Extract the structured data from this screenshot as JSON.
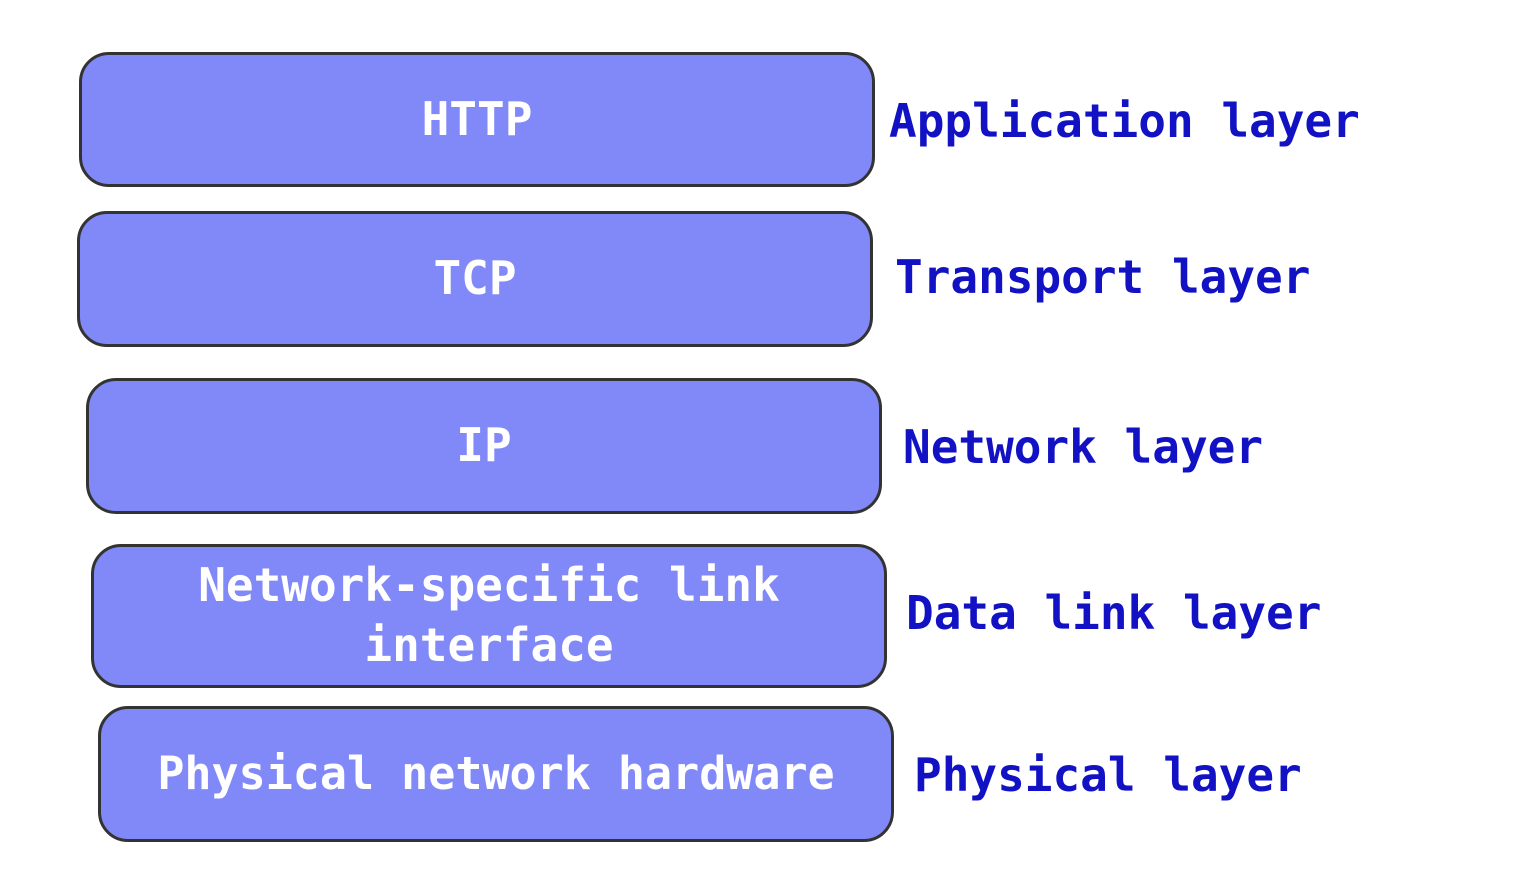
{
  "diagram": {
    "stack": [
      {
        "protocol": "HTTP",
        "layer": "Application layer"
      },
      {
        "protocol": "TCP",
        "layer": "Transport layer"
      },
      {
        "protocol": "IP",
        "layer": "Network layer"
      },
      {
        "protocol": "Network-specific link interface",
        "layer": "Data link layer"
      },
      {
        "protocol": "Physical network hardware",
        "layer": "Physical layer"
      }
    ]
  },
  "colors": {
    "box_fill": "#8089f7",
    "box_border": "#333333",
    "box_text": "#ffffff",
    "label_text": "#1212c4",
    "background": "#ffffff"
  }
}
